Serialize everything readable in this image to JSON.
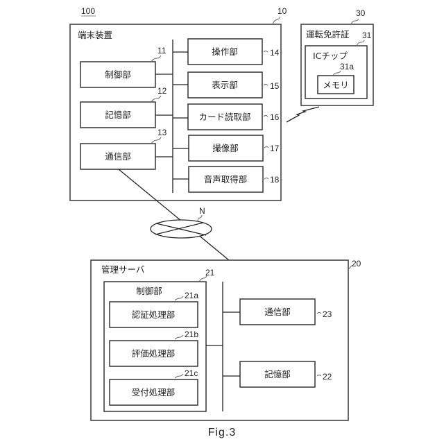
{
  "figure_label": "Fig.3",
  "system_ref": "100",
  "terminal": {
    "ref": "10",
    "title": "端末装置",
    "left_units": [
      {
        "ref": "11",
        "label": "制御部"
      },
      {
        "ref": "12",
        "label": "記憶部"
      },
      {
        "ref": "13",
        "label": "通信部"
      }
    ],
    "right_units": [
      {
        "ref": "14",
        "label": "操作部"
      },
      {
        "ref": "15",
        "label": "表示部"
      },
      {
        "ref": "16",
        "label": "カード読取部"
      },
      {
        "ref": "17",
        "label": "撮像部"
      },
      {
        "ref": "18",
        "label": "音声取得部"
      }
    ]
  },
  "license": {
    "ref": "30",
    "title": "運転免許証",
    "chip": {
      "ref": "31",
      "label": "ICチップ"
    },
    "memory": {
      "ref": "31a",
      "label": "メモリ"
    }
  },
  "network": {
    "ref": "N"
  },
  "server": {
    "ref": "20",
    "title": "管理サーバ",
    "control": {
      "ref": "21",
      "label": "制御部",
      "sub_units": [
        {
          "ref": "21a",
          "label": "認証処理部"
        },
        {
          "ref": "21b",
          "label": "評価処理部"
        },
        {
          "ref": "21c",
          "label": "受付処理部"
        }
      ]
    },
    "comm": {
      "ref": "23",
      "label": "通信部"
    },
    "storage": {
      "ref": "22",
      "label": "記憶部"
    }
  }
}
